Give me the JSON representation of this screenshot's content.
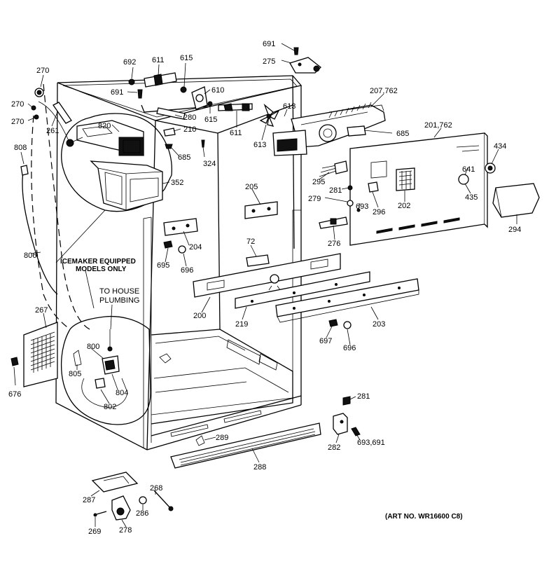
{
  "diagram": {
    "labels": {
      "p270a": "270",
      "p270b": "270",
      "p270c": "270",
      "p261": "261",
      "p808": "808",
      "p806": "806",
      "p692": "692",
      "p611a": "611",
      "p615a": "615",
      "p610": "610",
      "p691a": "691",
      "p615b": "615",
      "p280": "280",
      "p820": "820",
      "p210": "210",
      "p685a": "685",
      "p324": "324",
      "p611b": "611",
      "p613a": "613",
      "p613b": "613",
      "p691b": "691",
      "p275": "275",
      "p207": "207,762",
      "p685b": "685",
      "p201": "201,762",
      "p434": "434",
      "p641": "641",
      "p435": "435",
      "p294": "294",
      "p352": "352",
      "p205": "205",
      "p295": "295",
      "p281a": "281",
      "p279": "279",
      "p693a": "693",
      "p296": "296",
      "p202": "202",
      "p276": "276",
      "p204": "204",
      "p695": "695",
      "p696a": "696",
      "p72": "72",
      "p200": "200",
      "p219": "219",
      "p203": "203",
      "p697": "697",
      "p696b": "696",
      "p267": "267",
      "p676": "676",
      "p800": "800",
      "p805": "805",
      "p804": "804",
      "p802": "802",
      "p281b": "281",
      "p282": "282",
      "p693b": "693,691",
      "p289": "289",
      "p288": "288",
      "p287": "287",
      "p268": "268",
      "p286": "286",
      "p269": "269",
      "p278": "278"
    },
    "notes": {
      "icemaker_line1": "ICEMAKER EQUIPPED",
      "icemaker_line2": "MODELS ONLY",
      "plumbing_line1": "TO HOUSE",
      "plumbing_line2": "PLUMBING"
    },
    "art_number": "(ART NO. WR16600 C8)"
  }
}
